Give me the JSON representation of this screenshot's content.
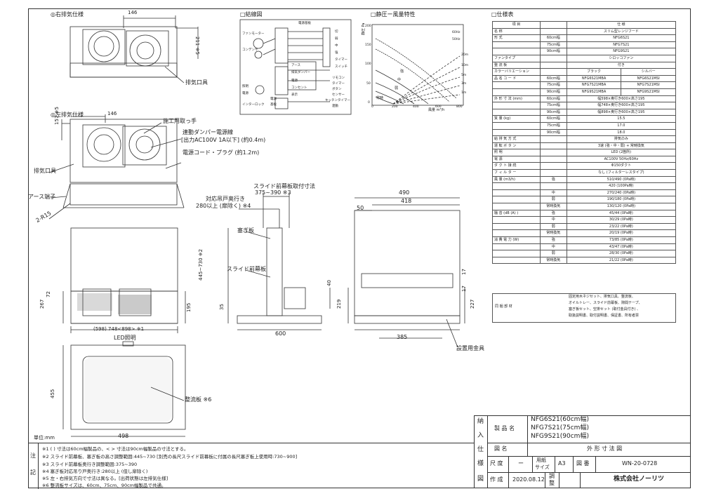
{
  "views": {
    "right_exhaust": "◎右排気仕様",
    "left_exhaust": "◎左排気仕様",
    "wiring": "□結線図",
    "pq": "□静圧ー風量特性",
    "spec": "□仕様表"
  },
  "labels": {
    "exhaust_port": "排気口具",
    "exhaust_port2": "排気口具",
    "handle": "施工用取っ手",
    "damper1": "連動ダンパー電源線",
    "damper2": "[出力AC100V  1A以下]  (約0.4m)",
    "cord": "電源コード・プラグ (約1.2m)",
    "earth": "アース端子",
    "r15": "2-R15",
    "slide_title": "スライド前幕板取付寸法",
    "slide_dims": "375~390 ※3",
    "cabinet1": "対応吊戸奥行き",
    "cabinet2": "280以上 (扉除く) ※4",
    "block": "塞ぎ板",
    "slide_front": "スライド前幕板",
    "led": "LED照明",
    "filter": "整流板 ※6",
    "bracket": "設置用金具",
    "unit": "単位:mm"
  },
  "dims": {
    "d146a": "146",
    "d211": "211 ※5",
    "d146b": "146",
    "d157": "157 ※5",
    "width": "(598)  748<898>  ※1",
    "h267": "267",
    "h72": "72",
    "h195": "195",
    "h445": "445~730 ※2",
    "d40": "40",
    "d35": "35",
    "d600": "600",
    "d490": "490",
    "d418": "418",
    "d50": "50",
    "d17a": "17",
    "d17b": "17",
    "d219": "219",
    "d227": "227",
    "d385": "385",
    "d455": "455",
    "d498": "498"
  },
  "wiring_labels": [
    "電源基板",
    "切",
    "弱",
    "中",
    "強",
    "タイマー",
    "スイッチ",
    "ファンモーター",
    "コンデンサ",
    "照明",
    "電源",
    "アース",
    "排気ダンパー",
    "リモコン",
    "タイマー",
    "ボタン",
    "電源",
    "コンセント",
    "電源",
    "センサー",
    "キッチンタイマー",
    "表示",
    "基板",
    "インターロック",
    "連動"
  ],
  "pq_axis": {
    "y": "静圧 Pa",
    "x": "風量 m³/h",
    "ticks_y": [
      "200",
      "150",
      "100",
      "50",
      "0"
    ],
    "ticks_x": [
      "0",
      "200",
      "400",
      "600",
      "800"
    ],
    "curves": [
      "60Hz",
      "50Hz",
      "強",
      "中",
      "弱",
      "常時"
    ],
    "ducts": [
      "20m",
      "10m",
      "5m",
      "3m",
      "1m"
    ]
  },
  "spec_rows": [
    [
      "項 目",
      "",
      "仕 様",
      ""
    ],
    [
      "名 称",
      "",
      "スリム型レンジフード",
      ""
    ],
    [
      "形 式",
      "60cm幅",
      "NFG6S21",
      ""
    ],
    [
      "",
      "75cm幅",
      "NFG7S21",
      ""
    ],
    [
      "",
      "90cm幅",
      "NFG9S21",
      ""
    ],
    [
      "ファンタイプ",
      "",
      "シロッコファン",
      ""
    ],
    [
      "整 流 板",
      "",
      "付き",
      ""
    ],
    [
      "カラーバリエーション",
      "",
      "ブラック",
      "シルバー"
    ],
    [
      "品 名 コ ー ド",
      "60cm幅",
      "NFG6S21MBA",
      "NFG6S21MSI"
    ],
    [
      "",
      "75cm幅",
      "NFG7S21MBA",
      "NFG7S21MSI"
    ],
    [
      "",
      "90cm幅",
      "NFG9S21MBA",
      "NFG9S21MSI"
    ],
    [
      "外 形 寸 法 (mm)",
      "60cm幅",
      "幅598×奥行き600×高さ195",
      ""
    ],
    [
      "",
      "75cm幅",
      "幅748×奥行き600×高さ195",
      ""
    ],
    [
      "",
      "90cm幅",
      "幅898×奥行き600×高さ195",
      ""
    ],
    [
      "質 量 (kg)",
      "60cm幅",
      "15.5",
      ""
    ],
    [
      "",
      "75cm幅",
      "17.0",
      ""
    ],
    [
      "",
      "90cm幅",
      "18.0",
      ""
    ],
    [
      "給 排 気 方 式",
      "",
      "排気のみ",
      ""
    ],
    [
      "運 転 ボ タ ン",
      "",
      "3速 (強・中・弱) + 常時換気",
      ""
    ],
    [
      "照 明",
      "",
      "LED (2箇所)",
      ""
    ],
    [
      "電 源",
      "",
      "AC100V  50Hz/60Hz",
      ""
    ],
    [
      "ダ ク ト 接 続",
      "",
      "Φ150ダクト",
      ""
    ],
    [
      "フ ィ ル タ ー",
      "",
      "なし (フィルターレスタイプ)",
      ""
    ],
    [
      "風 量 (m3/h)",
      "強",
      "510/490 (0Pa時)",
      ""
    ],
    [
      "",
      "",
      "420 (100Pa時)",
      ""
    ],
    [
      "",
      "中",
      "270/240 (0Pa時)",
      ""
    ],
    [
      "",
      "弱",
      "190/180 (0Pa時)",
      ""
    ],
    [
      "",
      "常時換気",
      "130/120 (0Pa時)",
      ""
    ],
    [
      "騒 音 (dB (A) )",
      "強",
      "45/44 (0Pa時)",
      ""
    ],
    [
      "",
      "中",
      "30/29 (0Pa時)",
      ""
    ],
    [
      "",
      "弱",
      "23/22 (0Pa時)",
      ""
    ],
    [
      "",
      "常時換気",
      "20/19 (0Pa時)",
      ""
    ],
    [
      "消 費 電 力 (W)",
      "強",
      "73/85 (0Pa時)",
      ""
    ],
    [
      "",
      "中",
      "43/47 (0Pa時)",
      ""
    ],
    [
      "",
      "弱",
      "28/30 (0Pa時)",
      ""
    ],
    [
      "",
      "常時換気",
      "21/22 (0Pa時)",
      ""
    ]
  ],
  "accessories": {
    "label": "同 梱 部 材",
    "text1": "固定用木ネジセット、排気口具、整流板、",
    "text2": "オイルトレー、スライド前幕板、隙間テープ、",
    "text3": "塞ぎ板セット、空排セット (取付金具付き) 、",
    "text4": "取扱説明書、取付説明書、保証書、所有者票"
  },
  "title_block": {
    "side": [
      "納",
      "入",
      "仕",
      "様",
      "図"
    ],
    "product_label": "製 品 名",
    "products": [
      "NFG6S21(60cm幅)",
      "NFG7S21(75cm幅)",
      "NFG9S21(90cm幅)"
    ],
    "drawing_label": "図   名",
    "drawing_name": "外 形 寸 法 図",
    "scale_label": "尺 度",
    "scale": "ー",
    "size_label1": "用紙",
    "size_label2": "サイズ",
    "size": "A3",
    "number_label": "図 番",
    "number": "WN-20-0728",
    "date_label": "作 成",
    "date": "2020.08.12",
    "check_label1": "調",
    "check_label2": "整",
    "company": "株式会社ノーリツ"
  },
  "notes": {
    "side": [
      "注",
      "記"
    ],
    "items": [
      "※1  (   ) 寸法は60cm幅製品の、<  > 寸法は90cm幅製品の寸法とする。",
      "※2  スライド前幕板、塞ぎ板の高さ調整範囲:445~730  [別売の長尺スライド前幕板に付属の長尺塞ぎ板上使用時:730~900]",
      "※3  スライド前幕板奥行き調整範囲:375~390",
      "※4  塞ぎ板対応吊り戸奥行き:280以上 (但し扉除く)",
      "※5  左・右排気方向で寸法は異なる。[出荷状態は左排気仕様]",
      "※6  整流板サイズは、60cm、75cm、90cm幅製品で共通。"
    ]
  }
}
